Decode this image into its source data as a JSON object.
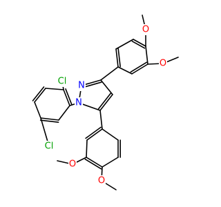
{
  "molecule": {
    "atoms": [
      {
        "id": "N1",
        "label": "N"
      },
      {
        "id": "N2",
        "label": "N"
      },
      {
        "id": "Cl1",
        "label": "Cl"
      },
      {
        "id": "Cl2",
        "label": "Cl"
      },
      {
        "id": "O1",
        "label": "O"
      },
      {
        "id": "O2",
        "label": "O"
      },
      {
        "id": "O3",
        "label": "O"
      },
      {
        "id": "O4",
        "label": "O"
      }
    ]
  },
  "colors": {
    "bond": "#000000",
    "nitrogen": "#0000ff",
    "oxygen": "#ff0000",
    "chlorine": "#00a000",
    "background": "#ffffff"
  }
}
